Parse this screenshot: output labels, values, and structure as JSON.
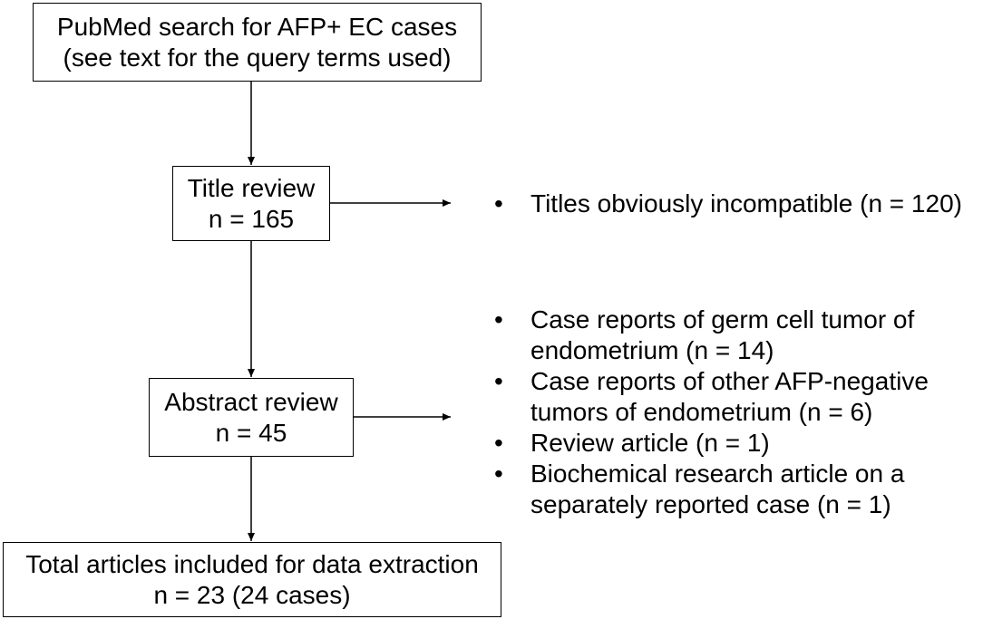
{
  "flowchart": {
    "search_box": {
      "line1": "PubMed search for AFP+ EC cases",
      "line2": "(see text for the query terms used)"
    },
    "title_review_box": {
      "line1": "Title review",
      "line2": "n = 165"
    },
    "abstract_review_box": {
      "line1": "Abstract review",
      "line2": "n = 45"
    },
    "total_box": {
      "line1": "Total articles included for data extraction",
      "line2": "n = 23 (24 cases)"
    },
    "title_exclusions": [
      {
        "lines": [
          "Titles obviously incompatible (n = 120)"
        ]
      }
    ],
    "abstract_exclusions": [
      {
        "lines": [
          "Case reports of germ cell tumor of",
          "endometrium (n = 14)"
        ]
      },
      {
        "lines": [
          "Case reports of other AFP-negative",
          "tumors of endometrium (n = 6)"
        ]
      },
      {
        "lines": [
          "Review article (n = 1)"
        ]
      },
      {
        "lines": [
          "Biochemical research article on a",
          "separately reported case (n = 1)"
        ]
      }
    ]
  }
}
